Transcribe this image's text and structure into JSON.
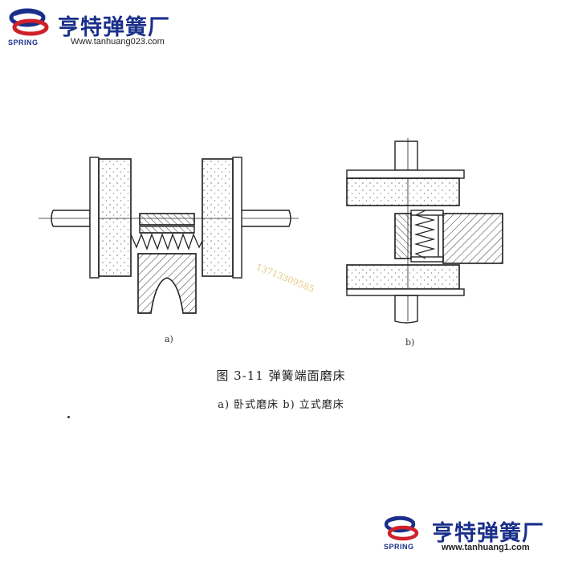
{
  "header": {
    "brand": "亨特弹簧厂",
    "website": "Www.tanhuang023.com",
    "spring": "SPRING"
  },
  "footer": {
    "brand": "亨特弹簧厂",
    "website": "www.tanhuang1.com",
    "spring": "SPRING"
  },
  "figure": {
    "title": "图 3-11   弹簧端面磨床",
    "subtitle": "a) 卧式磨床   b) 立式磨床",
    "label_a": "a)",
    "label_b": "b)"
  },
  "watermark": "13713309585",
  "colors": {
    "brand_blue": "#1a2f8a",
    "brand_red": "#d0202a",
    "line": "#222222",
    "watermark": "#e8c884"
  }
}
